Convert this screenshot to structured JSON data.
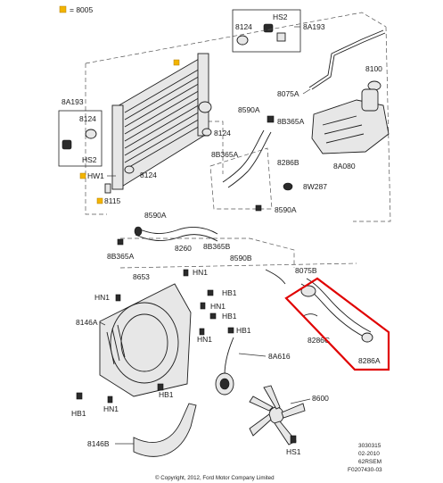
{
  "legend": {
    "marker_label": "= 8005",
    "marker_color": "#f2b400"
  },
  "labels": {
    "8124_top": "8124",
    "hs2_top": "HS2",
    "8a193_top": "8A193",
    "8a193_left": "8A193",
    "8124_left": "8124",
    "hs2_left": "HS2",
    "hw1": "HW1",
    "8124_mid": "8124",
    "8115": "8115",
    "8100": "8100",
    "8075a": "8075A",
    "8590a_1": "8590A",
    "8b365a_1": "8B365A",
    "8124_r": "8124",
    "8b365a_2": "8B365A",
    "8286b": "8286B",
    "8a080": "8A080",
    "8w287": "8W287",
    "8590a_2": "8590A",
    "8590a_3": "8590A",
    "8260": "8260",
    "8b365b": "8B365B",
    "8590b": "8590B",
    "8b365a_3": "8B365A",
    "8653": "8653",
    "hn1_a": "HN1",
    "8075b": "8075B",
    "hn1_b": "HN1",
    "hb1_a": "HB1",
    "hn1_c": "HN1",
    "8146a": "8146A",
    "hb1_b": "HB1",
    "8286c": "8286C",
    "hn1_d": "HN1",
    "hb1_c": "HB1",
    "8286a": "8286A",
    "8a616": "8A616",
    "hb1_d": "HB1",
    "8600": "8600",
    "hb1_e": "HB1",
    "hn1_e": "HN1",
    "8146b": "8146B",
    "hs1": "HS1"
  },
  "footer": {
    "id_line1": "3030315",
    "id_line2": "02-2010",
    "id_line3": "62RSEM",
    "id_line4": "F0207430-03",
    "copyright": "© Copyright, 2012, Ford Motor Company Limited"
  },
  "colors": {
    "highlight": "#e00000",
    "legend": "#f2b400"
  }
}
